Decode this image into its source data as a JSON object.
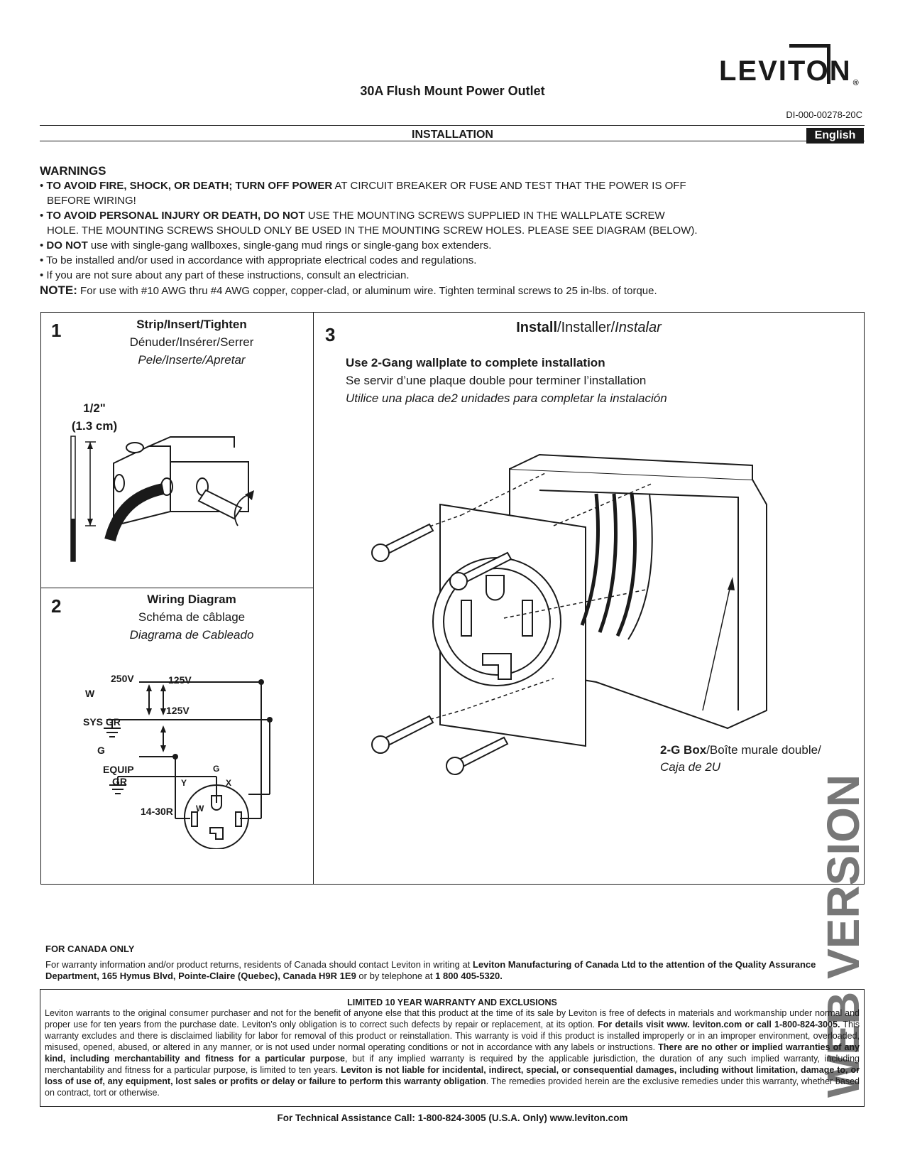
{
  "brand": {
    "logo_text": "LEVITON",
    "registered_mark": "®"
  },
  "header": {
    "title": "30A Flush Mount Power Outlet",
    "doc_id": "DI-000-00278-20C",
    "section": "INSTALLATION",
    "language": "English"
  },
  "warnings": {
    "heading": "WARNINGS",
    "w1_bold": "TO AVOID FIRE, SHOCK, OR DEATH; TURN OFF POWER",
    "w1_rest": " AT CIRCUIT BREAKER OR FUSE AND TEST THAT THE POWER IS OFF",
    "w1_line2": "BEFORE WIRING!",
    "w2_bold": "TO AVOID PERSONAL INJURY OR DEATH, DO NOT",
    "w2_rest": " USE THE MOUNTING SCREWS SUPPLIED IN THE WALLPLATE SCREW",
    "w2_line2": "HOLE. THE MOUNTING SCREWS SHOULD ONLY BE USED IN THE MOUNTING SCREW HOLES. PLEASE SEE DIAGRAM (BELOW).",
    "w3_bold": "DO NOT",
    "w3_rest": " use with single-gang wallboxes, single-gang mud rings or single-gang box extenders.",
    "w4": "To be installed and/or used in accordance with appropriate electrical codes and regulations.",
    "w5": "If you are not sure about any part of these instructions, consult an electrician.",
    "note_label": "NOTE:",
    "note_text": " For use with #10 AWG thru #4 AWG copper, copper-clad, or aluminum wire. Tighten terminal screws to 25 in-lbs. of torque."
  },
  "step1": {
    "number": "1",
    "en": "Strip/Insert/Tighten",
    "fr": "Dénuder/Insérer/Serrer",
    "es": "Pele/Inserte/Apretar",
    "measure": "1/2\"",
    "measure_cm": "(1.3 cm)"
  },
  "step2": {
    "number": "2",
    "en": "Wiring Diagram",
    "fr": "Schéma de câblage",
    "es": "Diagrama de Cableado",
    "labels": {
      "v250": "250V",
      "v125a": "125V",
      "v125b": "125V",
      "w": "W",
      "sys_gr": "SYS GR",
      "g": "G",
      "equip": "EQUIP",
      "gr": "GR",
      "model": "14-30R",
      "pin_g": "G",
      "pin_y": "Y",
      "pin_x": "X",
      "pin_w": "W"
    }
  },
  "step3": {
    "number": "3",
    "title_en": "Install",
    "title_rest": "/Installer/",
    "title_es": "Instalar",
    "line_en": "Use 2-Gang wallplate to complete installation",
    "line_fr": "Se servir d’une plaque double pour terminer l’installation",
    "line_es": "Utilice una placa de2 unidades para completar la instalación",
    "box_bold": "2-G Box",
    "box_rest": "/Boîte murale double/",
    "box_es": "Caja de 2U"
  },
  "watermark": "WEB VERSION",
  "canada": {
    "heading": "FOR CANADA ONLY",
    "t1": "For warranty information and/or product returns, residents of Canada should contact Leviton in writing at ",
    "t2": "Leviton Manufacturing of Canada Ltd to the attention of the Quality Assurance Department, 165 Hymus Blvd, Pointe-Claire (Quebec), Canada H9R 1E9",
    "t3": " or by telephone at ",
    "t4": "1 800 405-5320."
  },
  "warranty": {
    "heading": "LIMITED 10 YEAR WARRANTY AND EXCLUSIONS",
    "p1": "Leviton warrants to the original consumer purchaser and not for the benefit of anyone else that this product at the time of its sale by Leviton is free of defects in materials and workmanship under normal and proper use for ten years from the purchase date. Leviton’s only obligation is to correct such defects by repair or replacement, at its option. ",
    "p2": "For details visit www. leviton.com or call 1-800-824-3005.",
    "p3": " This warranty excludes and there is disclaimed liability for labor for removal of this product or reinstallation. This warranty is void if this product is installed improperly or in an improper environment, overloaded, misused, opened, abused, or altered in any manner, or is not used under normal operating conditions or not in accordance with any labels or instructions. ",
    "p4": "There are no other or implied warranties of any kind, including merchantability and fitness for a particular purpose",
    "p5": ", but if any implied warranty is required by the applicable jurisdiction, the duration of any such implied warranty, including merchantability and fitness for a particular purpose, is limited to ten years. ",
    "p6": "Leviton is not liable for incidental, indirect, special, or consequential damages, including without limitation, damage to, or loss of use of, any equipment, lost sales or profits or delay or failure to perform this warranty obligation",
    "p7": ". The remedies provided herein are the exclusive remedies under this warranty, whether based on contract, tort or otherwise."
  },
  "footer": "For Technical Assistance Call: 1-800-824-3005 (U.S.A. Only) www.leviton.com"
}
